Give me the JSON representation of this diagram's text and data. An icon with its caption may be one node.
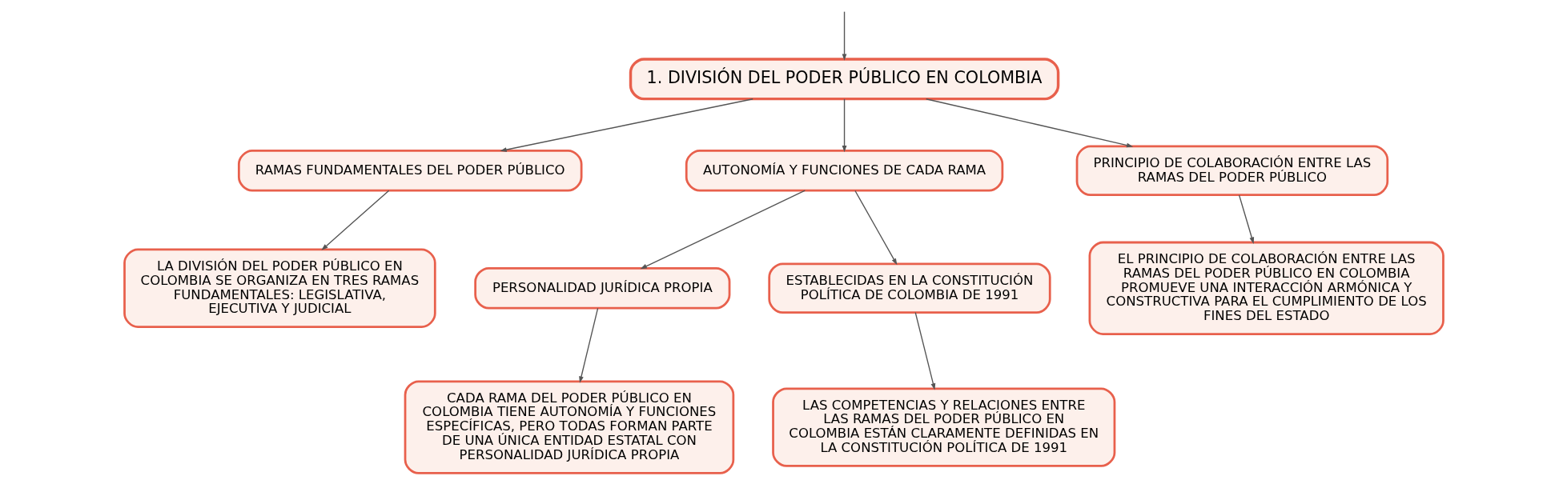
{
  "diagram": {
    "nodes": [
      {
        "text": [
          "1. DIVISIÓN DEL PODER PÚBLICO EN COLOMBIA"
        ]
      },
      {
        "text": [
          "RAMAS FUNDAMENTALES DEL PODER PÚBLICO"
        ]
      },
      {
        "text": [
          "LA DIVISIÓN DEL PODER PÚBLICO EN COLOMBIA SE ORGANIZA EN TRES RAMAS FUNDAMENTALES: LEGISLATIVA, EJECUTIVA Y JUDICIAL"
        ]
      },
      {
        "text": [
          "AUTONOMÍA Y FUNCIONES DE CADA RAMA"
        ]
      },
      {
        "text": [
          "PERSONALIDAD JURÍDICA PROPIA"
        ]
      },
      {
        "text": [
          "CADA RAMA DEL PODER PÚBLICO EN COLOMBIA TIENE AUTONOMÍA Y FUNCIONES ESPECÍFICAS, PERO TODAS FORMAN PARTE DE UNA ÚNICA ENTIDAD ESTATAL CON PERSONALIDAD JURÍDICA PROPIA"
        ]
      },
      {
        "text": [
          "ESTABLECIDAS EN LA CONSTITUCIÓN POLÍTICA DE COLOMBIA DE 1991"
        ]
      },
      {
        "text": [
          "LAS COMPETENCIAS Y RELACIONES ENTRE LAS RAMAS DEL PODER PÚBLICO EN COLOMBIA ESTÁN CLARAMENTE DEFINIDAS EN LA CONSTITUCIÓN POLÍTICA DE 1991"
        ]
      },
      {
        "text": [
          "PRINCIPIO DE COLABORACIÓN ENTRE LAS RAMAS DEL PODER PÚBLICO"
        ]
      },
      {
        "text": [
          "EL PRINCIPIO DE COLABORACIÓN ENTRE LAS RAMAS DEL PODER PÚBLICO EN COLOMBIA PROMUEVE UNA INTERACCIÓN ARMÓNICA Y CONSTRUCTIVA PARA EL CUMPLIMIENTO DE LOS FINES DEL ESTADO"
        ]
      }
    ],
    "edges": [
      {
        "from": null,
        "to": 0,
        "arrow": "to"
      },
      {
        "from": 0,
        "to": 1,
        "arrow": "to"
      },
      {
        "from": 1,
        "to": 2,
        "arrow": "to"
      },
      {
        "from": 0,
        "to": 3,
        "arrow": "to"
      },
      {
        "from": 3,
        "to": 4,
        "arrow": "to"
      },
      {
        "from": 4,
        "to": 5,
        "arrow": "to"
      },
      {
        "from": 3,
        "to": 6,
        "arrow": "to"
      },
      {
        "from": 6,
        "to": 7,
        "arrow": "to"
      },
      {
        "from": 0,
        "to": 8,
        "arrow": "to"
      },
      {
        "from": 8,
        "to": 9,
        "arrow": "to"
      }
    ]
  }
}
